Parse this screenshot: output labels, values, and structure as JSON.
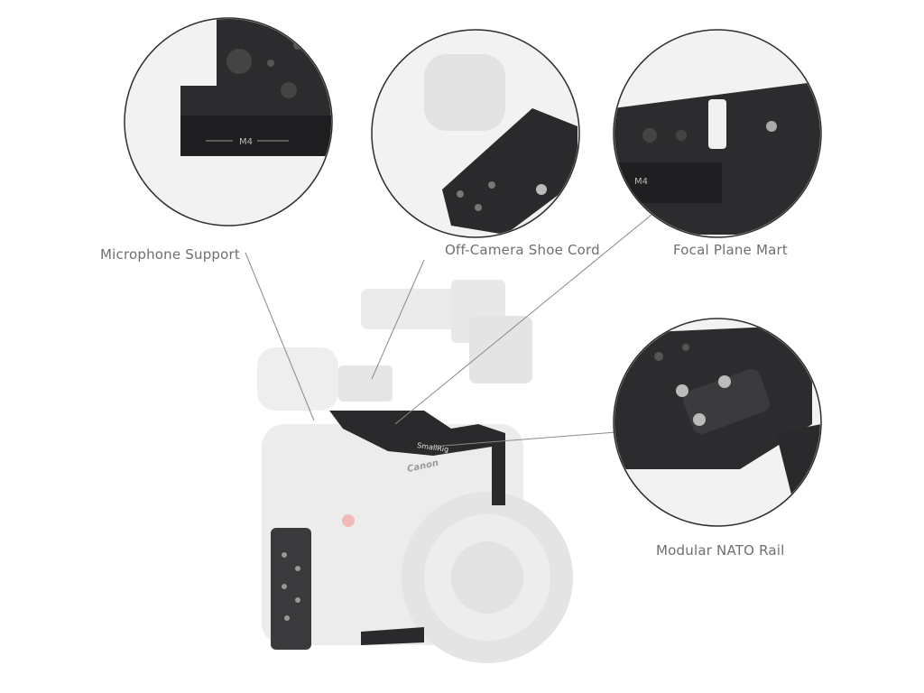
{
  "callouts": [
    {
      "label": "Microphone Support"
    },
    {
      "label": "Off-Camera Shoe Cord"
    },
    {
      "label": "Focal Plane Mart"
    },
    {
      "label": "Modular NATO Rail"
    }
  ],
  "colors": {
    "label": "#6f6f6f",
    "line": "#8a8a8a",
    "metal": "#2a2a2c",
    "ghost": "#e6e6e6"
  },
  "product_marks": {
    "thread": "M4",
    "brand": "SmallRig",
    "camera": "Canon"
  }
}
